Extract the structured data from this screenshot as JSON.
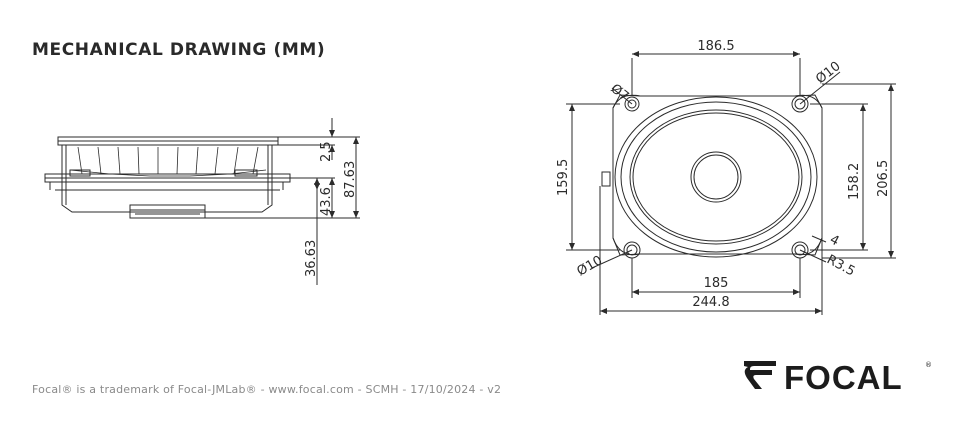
{
  "title": "MECHANICAL DRAWING (MM)",
  "footer": "Focal® is a trademark of Focal-JMLab® - www.focal.com - SCMH - 17/10/2024 - v2",
  "brand": {
    "name": "FOCAL",
    "mark": "®"
  },
  "side_view": {
    "dims": {
      "d1": "2.5",
      "d2": "87.63",
      "d3": "43.6",
      "d4": "36.63"
    }
  },
  "front_view": {
    "dims": {
      "top_width": "186.5",
      "hole_tl": "Ø7",
      "hole_tr": "Ø10",
      "left_height": "159.5",
      "inner_height": "158.2",
      "outer_height": "206.5",
      "hole_bl": "Ø10",
      "bottom_inner": "185",
      "bottom_outer": "244.8",
      "radius": "R3.5",
      "tab": "4"
    }
  },
  "colors": {
    "line": "#2b2b2b",
    "text": "#2a2a2a",
    "footer": "#8a8a8a"
  }
}
